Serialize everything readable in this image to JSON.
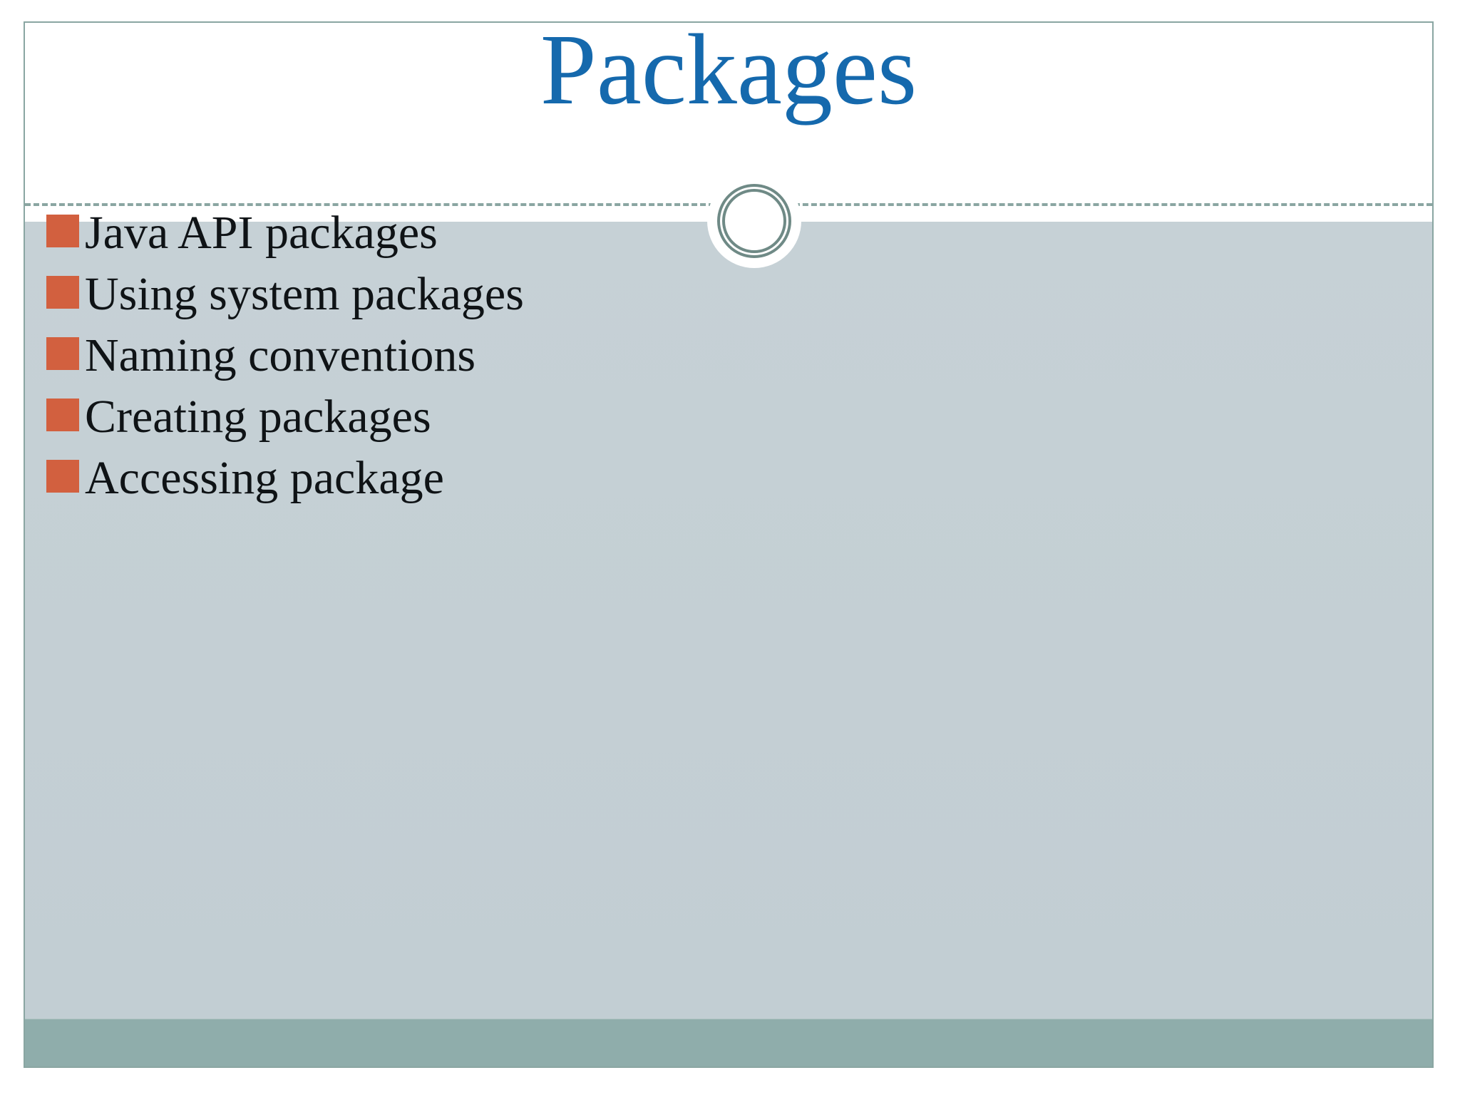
{
  "slide": {
    "title": "Packages",
    "title_color": "#1569ad",
    "body_background": "#c4cfd4",
    "accent_bar_color": "#8fadab",
    "divider_color": "#8aa6a2",
    "border_color": "#8aa6a2",
    "bullet_color": "#d2603f",
    "body_text_color": "#0f1316"
  },
  "decorations": {
    "circle_icon_name": "double-ring-circle",
    "circle_color": "#6f8a86",
    "divider_style": "dashed"
  },
  "content": {
    "bullets": [
      {
        "marker": "shadowed-square-bullet",
        "label": "Java API packages"
      },
      {
        "marker": "shadowed-square-bullet",
        "label": "Using system packages"
      },
      {
        "marker": "shadowed-square-bullet",
        "label": "Naming conventions"
      },
      {
        "marker": "shadowed-square-bullet",
        "label": "Creating packages"
      },
      {
        "marker": "shadowed-square-bullet",
        "label": "Accessing package"
      }
    ]
  }
}
